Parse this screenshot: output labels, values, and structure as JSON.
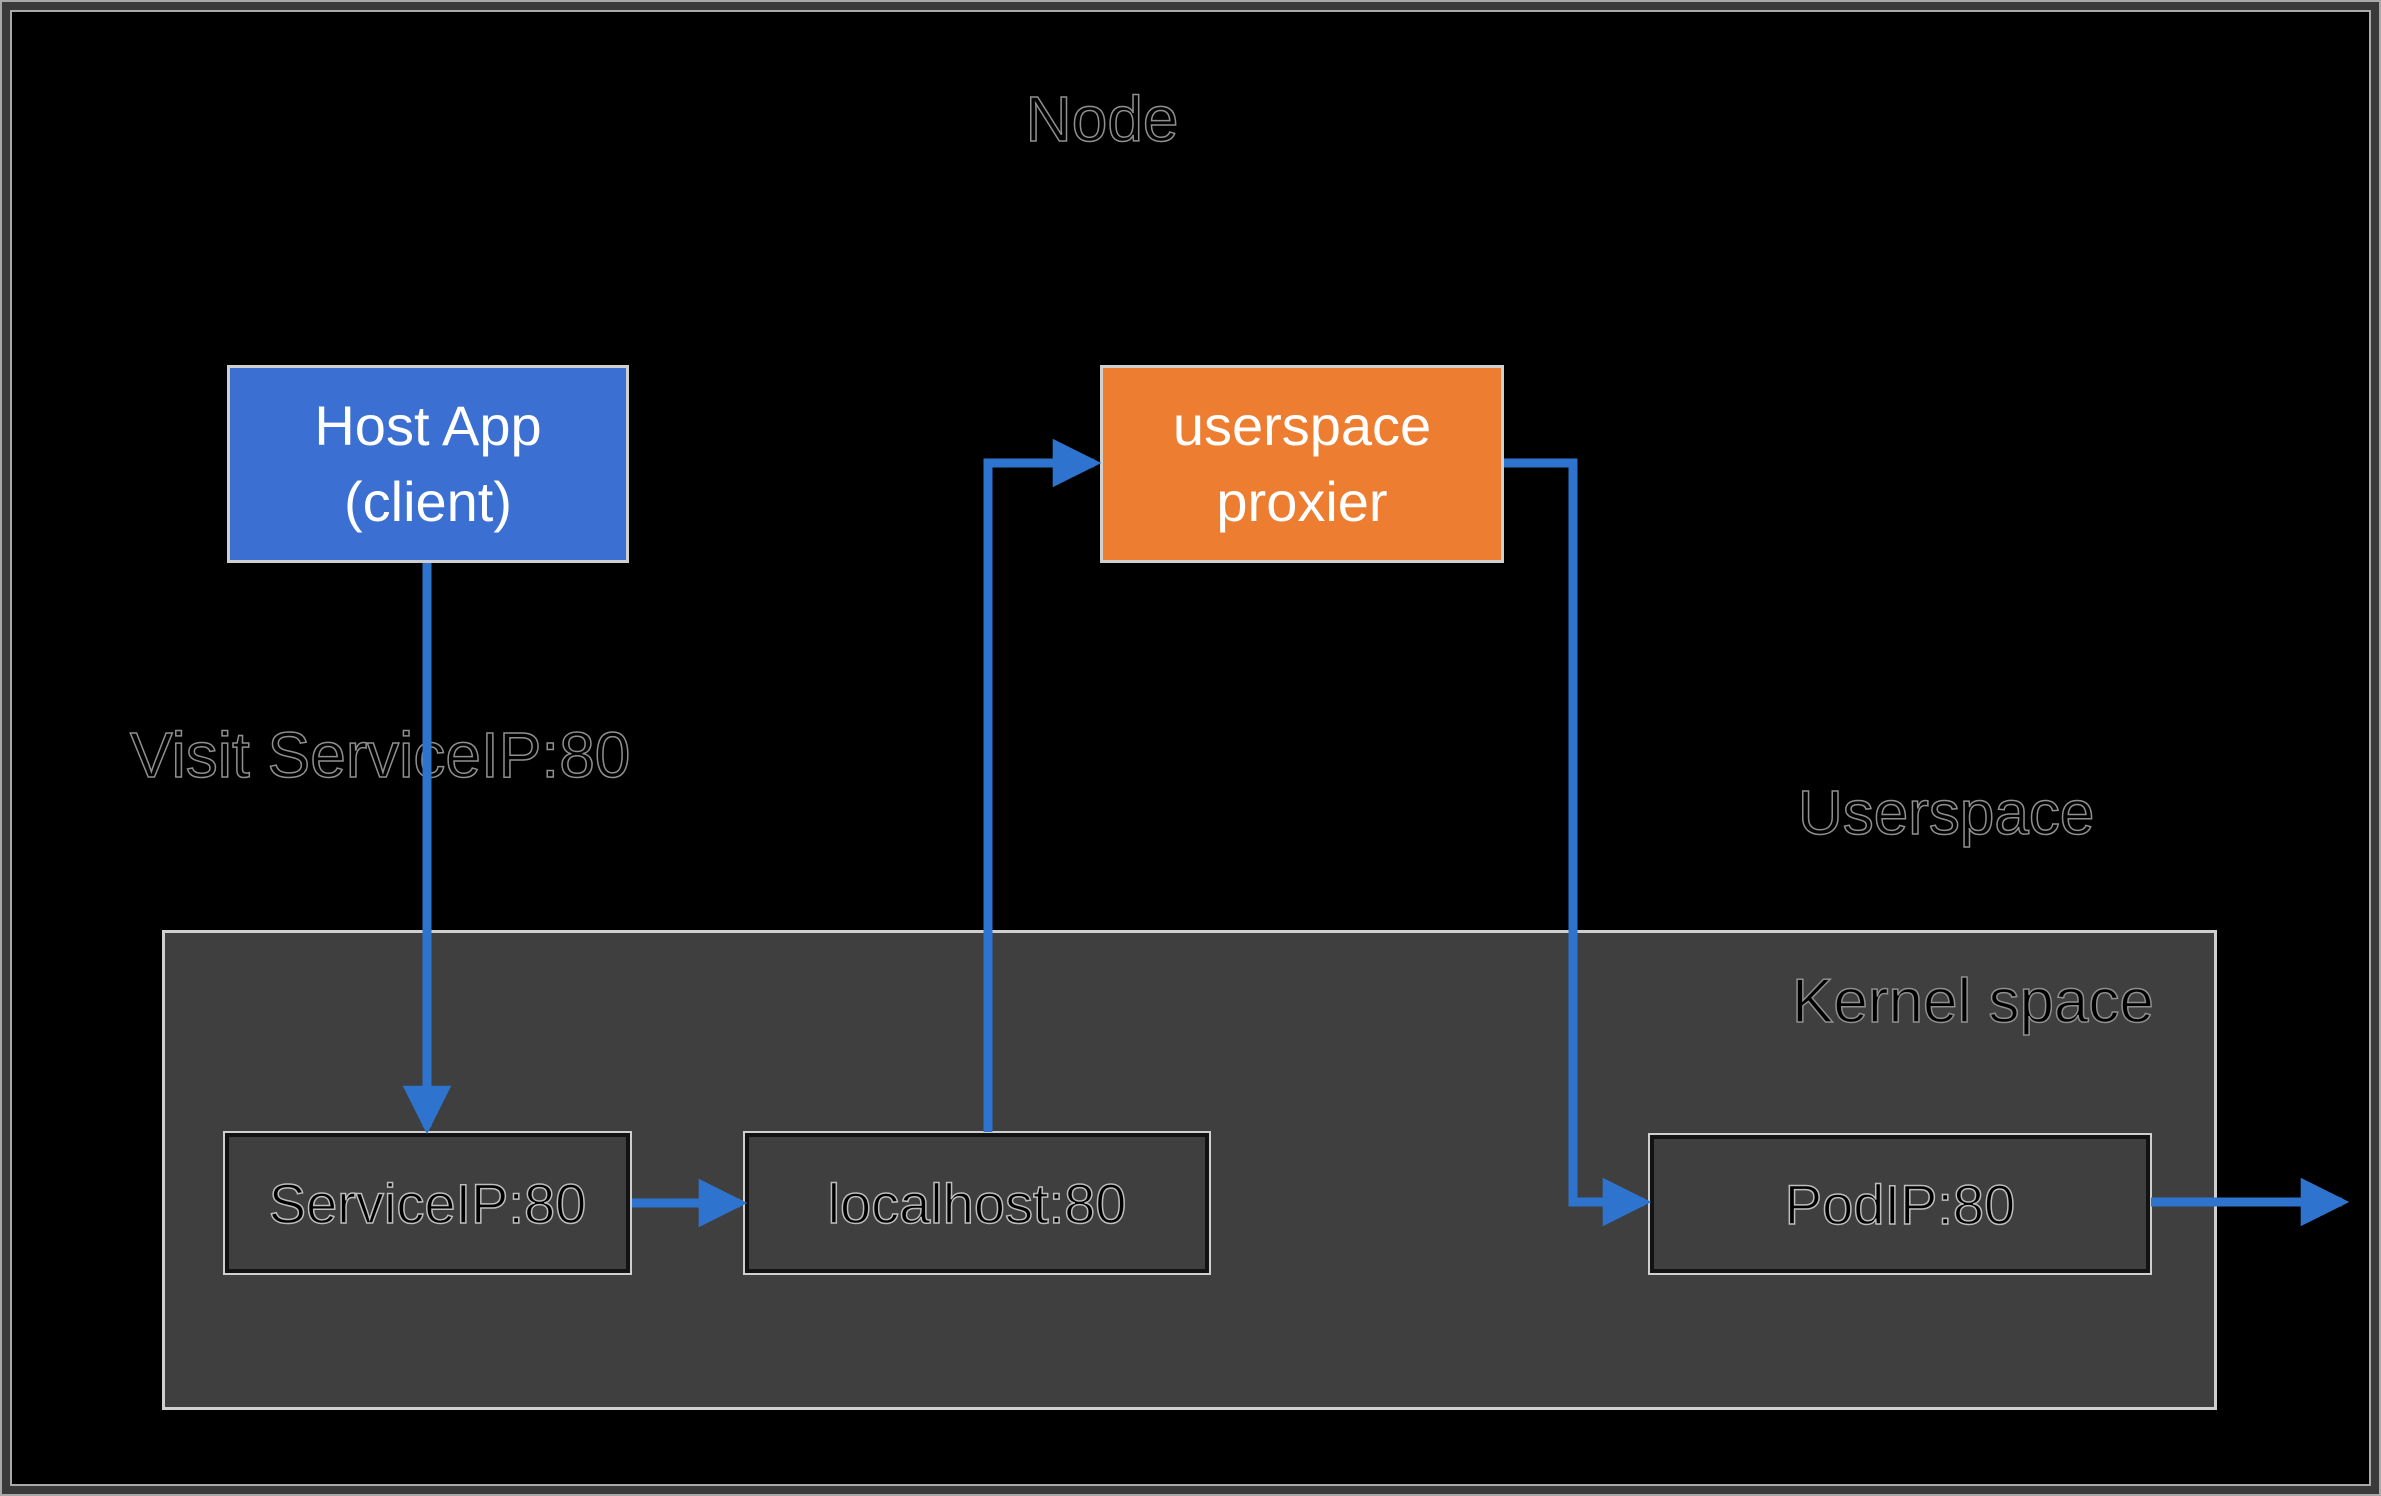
{
  "title": {
    "node": "Node"
  },
  "labels": {
    "visit": "Visit ServiceIP:80",
    "userspace": "Userspace",
    "kernel_space": "Kernel space"
  },
  "boxes": {
    "host_app": {
      "label_line1": "Host App",
      "label_line2": "(client)"
    },
    "userspace_proxier": {
      "label_line1": "userspace",
      "label_line2": "proxier"
    },
    "service_ip": {
      "label": "ServiceIP:80"
    },
    "localhost": {
      "label": "localhost:80"
    },
    "pod_ip": {
      "label": "PodIP:80"
    }
  },
  "arrows": [
    {
      "from": "host-app",
      "to": "service-ip",
      "note": "Visit ServiceIP:80"
    },
    {
      "from": "service-ip",
      "to": "localhost"
    },
    {
      "from": "localhost",
      "to": "userspace-proxier"
    },
    {
      "from": "userspace-proxier",
      "to": "pod-ip"
    },
    {
      "from": "pod-ip",
      "to": "outside-node"
    }
  ],
  "colors": {
    "background": "#000000",
    "frame_gray": "#3a3a3a",
    "host_app_fill": "#3b6fd1",
    "proxier_fill": "#ed7d31",
    "arrow_blue": "#2e73cd",
    "kernel_panel_fill": "#3f3f3f",
    "light_border": "#cfcfcf",
    "box_text": "#ffffff"
  }
}
